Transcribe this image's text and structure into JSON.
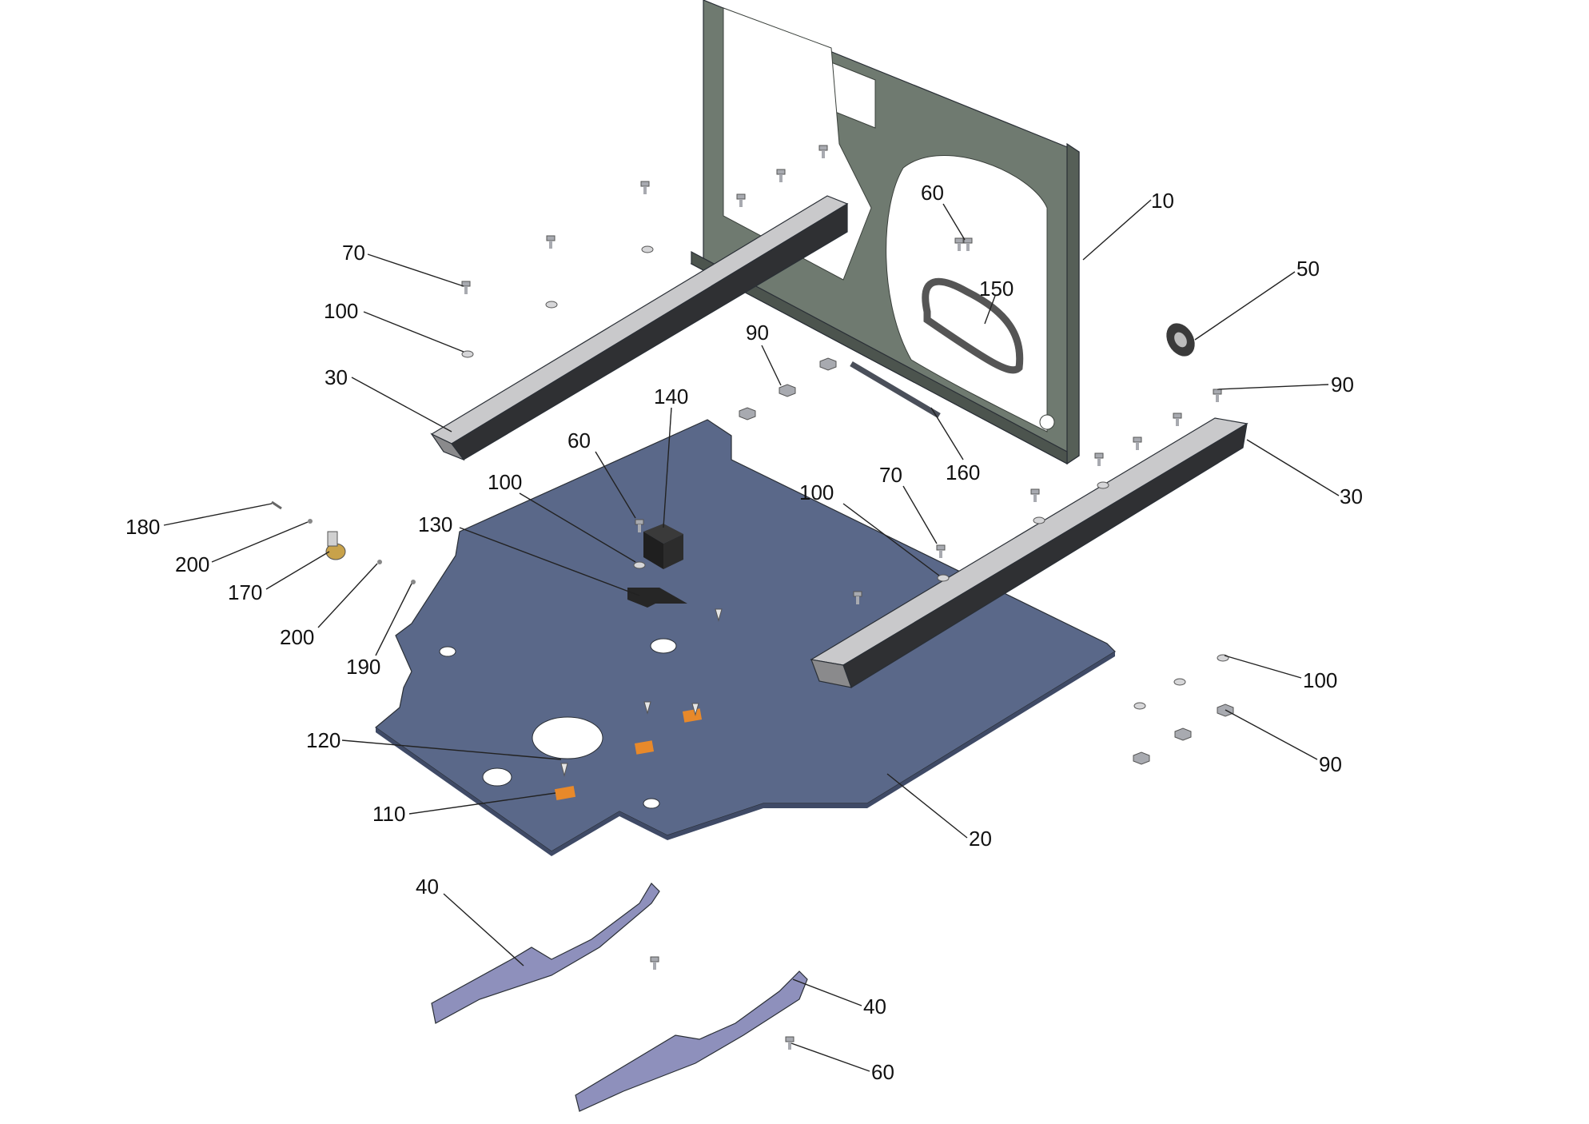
{
  "diagram": {
    "type": "exploded-parts-view",
    "colors": {
      "background": "#ffffff",
      "frame_panel": "#6f7a70",
      "base_plate": "#5a6889",
      "rail": "#b9b9bb",
      "bracket": "#8e90bc",
      "block": "#1f1f1f",
      "orange_clip": "#e8892a",
      "hardware": "#a8aab0",
      "leader_line": "#222222",
      "label_text": "#111111"
    },
    "callouts": [
      {
        "id": "c10",
        "text": "10"
      },
      {
        "id": "c20",
        "text": "20"
      },
      {
        "id": "c30a",
        "text": "30"
      },
      {
        "id": "c30b",
        "text": "30"
      },
      {
        "id": "c40a",
        "text": "40"
      },
      {
        "id": "c40b",
        "text": "40"
      },
      {
        "id": "c50",
        "text": "50"
      },
      {
        "id": "c60a",
        "text": "60"
      },
      {
        "id": "c60b",
        "text": "60"
      },
      {
        "id": "c60c",
        "text": "60"
      },
      {
        "id": "c70a",
        "text": "70"
      },
      {
        "id": "c70b",
        "text": "70"
      },
      {
        "id": "c90a",
        "text": "90"
      },
      {
        "id": "c90b",
        "text": "90"
      },
      {
        "id": "c90c",
        "text": "90"
      },
      {
        "id": "c100a",
        "text": "100"
      },
      {
        "id": "c100b",
        "text": "100"
      },
      {
        "id": "c100c",
        "text": "100"
      },
      {
        "id": "c100d",
        "text": "100"
      },
      {
        "id": "c110",
        "text": "110"
      },
      {
        "id": "c120",
        "text": "120"
      },
      {
        "id": "c130",
        "text": "130"
      },
      {
        "id": "c140",
        "text": "140"
      },
      {
        "id": "c150",
        "text": "150"
      },
      {
        "id": "c160",
        "text": "160"
      },
      {
        "id": "c170",
        "text": "170"
      },
      {
        "id": "c180",
        "text": "180"
      },
      {
        "id": "c190",
        "text": "190"
      },
      {
        "id": "c200a",
        "text": "200"
      },
      {
        "id": "c200b",
        "text": "200"
      }
    ]
  }
}
